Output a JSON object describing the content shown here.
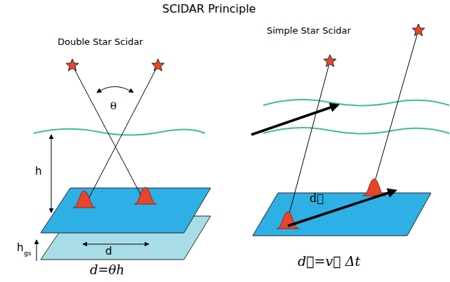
{
  "diagram": {
    "title": "SCIDAR Principle",
    "labels": [
      "Double Star Scidar",
      "Simple Star Scidar",
      "θ",
      "h",
      "h",
      "gs",
      "d",
      "d=θh",
      "d⃗",
      "d⃗=v⃗ Δt"
    ]
  }
}
